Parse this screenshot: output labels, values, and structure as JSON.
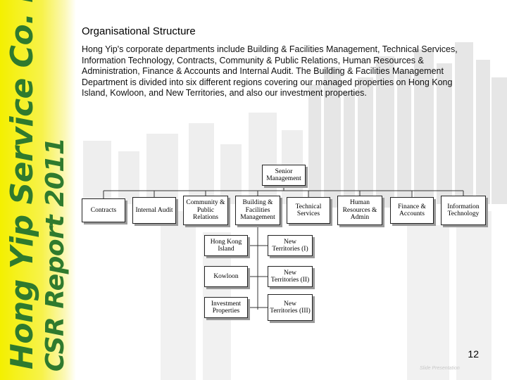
{
  "sidebar": {
    "company": "Hong Yip Service Co. Ltd.",
    "report": "CSR Report 2011"
  },
  "title": "Organisational Structure",
  "description": "Hong Yip's corporate departments include Building & Facilities Management, Technical Services, Information Technology, Contracts, Community & Public Relations, Human Resources & Administration, Finance & Accounts and Internal Audit. The Building & Facilities Management Department is divided into six different regions covering our managed properties on Hong Kong Island, Kowloon, and New Territories, and also our investment properties.",
  "org_chart": {
    "root": "Senior Management",
    "departments": [
      "Contracts",
      "Internal Audit",
      "Community & Public Relations",
      "Building & Facilities Management",
      "Technical Services",
      "Human Resources & Admin",
      "Finance & Accounts",
      "Information Technology"
    ],
    "regions": [
      "Hong Kong Island",
      "New Territories (I)",
      "Kowloon",
      "New Territories (II)",
      "Investment Properties",
      "New Territories (III)"
    ]
  },
  "page_number": "12",
  "watermark": "Slide Presentation"
}
